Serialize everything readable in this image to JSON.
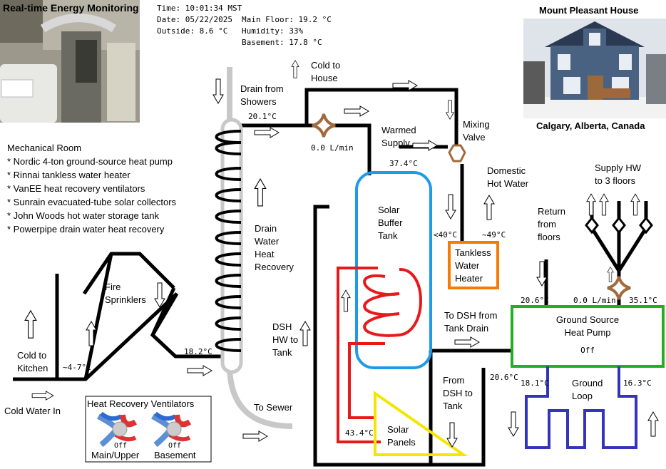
{
  "header": {
    "title": "Real-time Energy Monitoring",
    "time": "Time: 10:01:34 MST",
    "date": "Date: 05/22/2025",
    "outside": "Outside:  8.6 °C",
    "main_floor": "Main Floor: 19.2 °C",
    "humidity": "Humidity:  33%",
    "basement": "Basement: 17.8 °C"
  },
  "house": {
    "name": "Mount Pleasant House",
    "location": "Calgary, Alberta, Canada"
  },
  "mechanical_room": {
    "heading": "Mechanical Room",
    "items": [
      "* Nordic 4-ton ground-source heat pump",
      "* Rinnai tankless water heater",
      "* VanEE heat recovery ventilators",
      "* Sunrain evacuated-tube solar collectors",
      "* John Woods hot water storage tank",
      "* Powerpipe drain water heat recovery"
    ]
  },
  "labels": {
    "cold_to_house": [
      "Cold to",
      "House"
    ],
    "drain_from_showers": [
      "Drain from",
      "Showers"
    ],
    "drain_temp": "20.1°C",
    "flow_main": "0.0 L/min",
    "warmed_supply": [
      "Warmed",
      "Supply"
    ],
    "warmed_temp": "37.4°C",
    "mixing_valve": [
      "Mixing",
      "Valve"
    ],
    "domestic_hw": [
      "Domestic",
      "Hot Water"
    ],
    "lt40": "<40°C",
    "approx49": "~49°C",
    "tankless": [
      "Tankless",
      "Water",
      "Heater"
    ],
    "supply_hw": [
      "Supply HW",
      "to 3 floors"
    ],
    "return_floors": [
      "Return",
      "from",
      "floors"
    ],
    "solar_buffer": [
      "Solar",
      "Buffer",
      "Tank"
    ],
    "dwhr": [
      "Drain",
      "Water",
      "Heat",
      "Recovery"
    ],
    "fire_sprinklers": [
      "Fire",
      "Sprinklers"
    ],
    "cold_to_kitchen": [
      "Cold to",
      "Kitchen"
    ],
    "kitchen_temp": "~4-7°C",
    "cold_water_in": "Cold Water In",
    "sprinkler_temp": "18.2°C",
    "dsh_hw": [
      "DSH",
      "HW to",
      "Tank"
    ],
    "to_dsh_from_tank": [
      "To DSH from",
      "Tank Drain"
    ],
    "from_dsh": [
      "From",
      "DSH to",
      "Tank"
    ],
    "gshp_return_temp": "20.6°C",
    "gshp_flow": "0.0 L/min",
    "gshp_supply_temp": "35.1°C",
    "gshp_name": [
      "Ground Source",
      "Heat Pump"
    ],
    "gshp_status": "Off",
    "dsh_temp": "20.6°C",
    "loop_left_temp": "18.1°C",
    "loop_right_temp": "16.3°C",
    "ground_loop": [
      "Ground",
      "Loop"
    ],
    "to_sewer": "To Sewer",
    "solar_temp": "43.4°C",
    "solar_panels": [
      "Solar",
      "Panels"
    ]
  },
  "hrv": {
    "title": "Heat Recovery Ventilators",
    "units": [
      {
        "status": "Off",
        "name": "Main/Upper"
      },
      {
        "status": "Off",
        "name": "Basement"
      }
    ]
  },
  "colors": {
    "pipe": "#000000",
    "drain_pipe": "#c0c0c0",
    "buffer_tank": "#1e9be8",
    "solar_loop": "#e8191b",
    "tankless_box": "#f57c00",
    "heat_pump_box": "#22b022",
    "ground_loop": "#3333bb",
    "solar_panel": "#f5e600",
    "valve": "#a06a3c"
  }
}
